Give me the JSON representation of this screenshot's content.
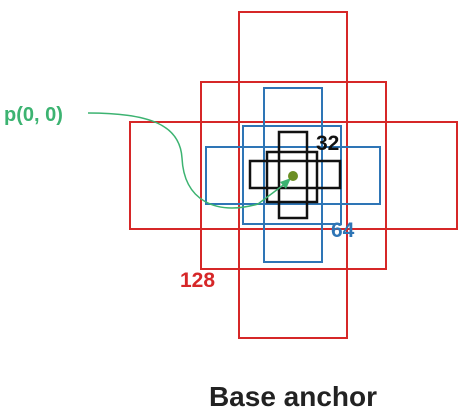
{
  "diagram": {
    "caption": "Base anchor",
    "origin_label": "p(0, 0)",
    "scale_labels": {
      "small": "32",
      "medium": "64",
      "large": "128"
    },
    "colors": {
      "small": "#111111",
      "medium": "#2e75b6",
      "large": "#d62728",
      "origin": "#3cb371",
      "point": "#6b8e23"
    }
  }
}
